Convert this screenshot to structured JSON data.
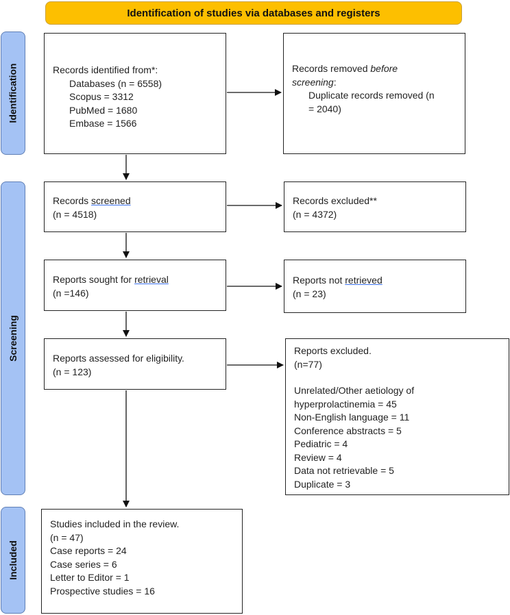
{
  "header": {
    "title": "Identification of studies via databases and registers"
  },
  "phases": {
    "identification": "Identification",
    "screening": "Screening",
    "included": "Included"
  },
  "boxes": {
    "records_identified": {
      "title": "Records identified from*:",
      "lines": [
        "Databases (n = 6558)",
        "Scopus = 3312",
        "PubMed = 1680",
        "Embase = 1566"
      ]
    },
    "records_removed": {
      "title_start": "Records removed ",
      "title_em": "before",
      "title_em2": "screening",
      "title_end": ":",
      "lines": [
        "Duplicate records removed (n",
        "= 2040)"
      ]
    },
    "records_screened": {
      "prefix": "Records ",
      "underlined": "screened",
      "count": "(n = 4518)"
    },
    "records_excluded": {
      "title": "Records excluded**",
      "count": "(n = 4372)"
    },
    "reports_sought": {
      "prefix": "Reports sought for ",
      "underlined": "retrieval",
      "count": "(n =146)"
    },
    "reports_not_retrieved": {
      "prefix": "Reports not ",
      "underlined": "retrieved",
      "count": "(n = 23)"
    },
    "reports_assessed": {
      "title": "Reports assessed for eligibility.",
      "count": "(n = 123)"
    },
    "reports_excluded": {
      "title": "Reports excluded.",
      "count": "(n=77)",
      "lines": [
        "Unrelated/Other aetiology of",
        "hyperprolactinemia = 45",
        "Non-English language = 11",
        "Conference abstracts = 5",
        "Pediatric = 4",
        "Review = 4",
        "Data not retrievable = 5",
        "Duplicate = 3"
      ]
    },
    "studies_included": {
      "title": "Studies included in the review.",
      "lines": [
        "(n = 47)",
        "Case reports = 24",
        "Case series = 6",
        "Letter to Editor = 1",
        "Prospective studies = 16"
      ]
    }
  }
}
